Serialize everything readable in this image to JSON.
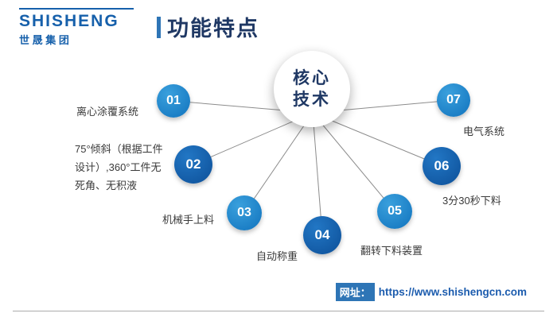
{
  "logo": {
    "en": "SHISHENG",
    "cn": "世 晟 集 团"
  },
  "header": {
    "page_title": "功能特点"
  },
  "center": {
    "text": "核心\n技术"
  },
  "nodes": [
    {
      "num": "01",
      "label": "离心涂覆系统"
    },
    {
      "num": "02",
      "label": "75°倾斜（根据工件\n设计）,360°工件无\n死角、无积液"
    },
    {
      "num": "03",
      "label": "机械手上料"
    },
    {
      "num": "04",
      "label": "自动称重"
    },
    {
      "num": "05",
      "label": "翻转下料装置"
    },
    {
      "num": "06",
      "label": "3分30秒下料"
    },
    {
      "num": "07",
      "label": "电气系统"
    }
  ],
  "footer": {
    "label": "网址：",
    "url": "https://www.shishengcn.com"
  },
  "colors": {
    "brand_blue": "#1660ab",
    "title_navy": "#1f3864",
    "node_light": "#1b7ec5",
    "node_dark": "#1259a3",
    "chip_blue": "#2e75b6"
  }
}
